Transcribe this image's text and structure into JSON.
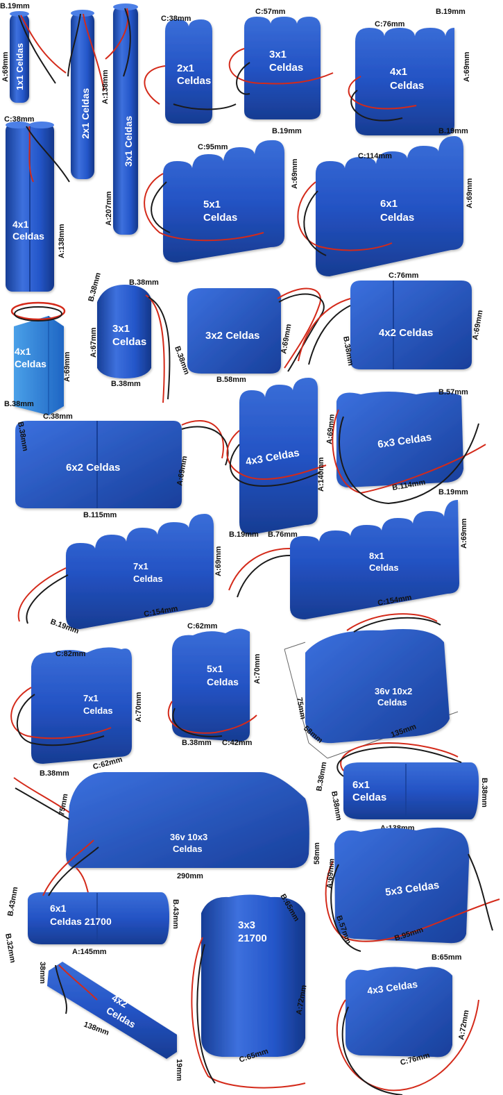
{
  "colors": {
    "cell": "#2456c9",
    "cell_dark": "#173e96",
    "cell_light": "#4c7fe6",
    "wire_red": "#d42a1a",
    "wire_black": "#1a1a1a",
    "dim_text": "#111111"
  },
  "packs": {
    "p1x1": {
      "label_a": "1x1",
      "label_b": "Celdas",
      "d1": "B.19mm",
      "d2": "A:69mm"
    },
    "p2x1v": {
      "label_a": "2x1 Celdas",
      "d1": "A:138mm"
    },
    "p3x1v": {
      "label_a": "3x1 Celdas",
      "d1": "A:207mm"
    },
    "p4x1v": {
      "label_a": "4x1",
      "label_b": "Celdas",
      "d1": "C:38mm",
      "d2": "A:138mm"
    },
    "p2x1h": {
      "label_a": "2x1",
      "label_b": "Celdas",
      "d1": "C:38mm"
    },
    "p3x1h": {
      "label_a": "3x1",
      "label_b": "Celdas",
      "d1": "C:57mm"
    },
    "p4x1h": {
      "label_a": "4x1",
      "label_b": "Celdas",
      "d1": "C:76mm",
      "d2": "B.19mm",
      "d3": "A:69mm",
      "d4": "B.19mm"
    },
    "p5x1h": {
      "label_a": "5x1",
      "label_b": "Celdas",
      "d1": "C:95mm",
      "d2": "B.19mm",
      "d3": "A:69mm"
    },
    "p6x1h": {
      "label_a": "6x1",
      "label_b": "Celdas",
      "d1": "C:114mm",
      "d2": "A:69mm"
    },
    "p4x1box": {
      "label_a": "4x1",
      "label_b": "Celdas",
      "d1": "A:69mm",
      "d2": "B.38mm",
      "d3": "C.38mm"
    },
    "p3x1tri": {
      "label_a": "3x1",
      "label_b": "Celdas",
      "d1": "B.38mm",
      "d2": "B.38mm",
      "d3": "A:67mm",
      "d4": "B.38mm",
      "d5": "B.38mm"
    },
    "p3x2": {
      "label_a": "3x2 Celdas",
      "d1": "A:69mm",
      "d2": "B.58mm"
    },
    "p4x2": {
      "label_a": "4x2 Celdas",
      "d1": "C:76mm",
      "d2": "B.38mm",
      "d3": "A:69mm"
    },
    "p6x2": {
      "label_a": "6x2 Celdas",
      "d1": "B.38mm",
      "d2": "A:69mm",
      "d3": "B.115mm"
    },
    "p4x3": {
      "label_a": "4x3 Celdas",
      "d1": "A:140mm",
      "d2": "B.19mm",
      "d3": "B.76mm"
    },
    "p6x3": {
      "label_a": "6x3 Celdas",
      "d1": "B.57mm",
      "d2": "A:69mm",
      "d3": "B.114mm"
    },
    "p7x1": {
      "label_a": "7x1",
      "label_b": "Celdas",
      "d1": "A:69mm",
      "d2": "B.19mm",
      "d3": "C:154mm"
    },
    "p8x1": {
      "label_a": "8x1",
      "label_b": "Celdas",
      "d1": "B.19mm",
      "d2": "A:69mm",
      "d3": "C:154mm"
    },
    "p7x1b": {
      "label_a": "7x1",
      "label_b": "Celdas",
      "d1": "C:82mm",
      "d2": "A:70mm",
      "d3": "B.38mm",
      "d4": "C:62mm"
    },
    "p5x1b": {
      "label_a": "5x1",
      "label_b": "Celdas",
      "d1": "C:62mm",
      "d2": "A:70mm",
      "d3": "B.38mm",
      "d4": "C:42mm"
    },
    "p10x2": {
      "label_a": "36v 10x2",
      "label_b": "Celdas",
      "d1": "75mm",
      "d2": "58mm",
      "d3": "135mm"
    },
    "p6x1r": {
      "label_a": "6x1",
      "label_b": "Celdas",
      "d1": "B.38mm",
      "d2": "B.38mm",
      "d3": "B.38mm",
      "d4": "A:138mm"
    },
    "p10x3": {
      "label_a": "36v 10x3",
      "label_b": "Celdas",
      "d1": "75mm",
      "d2": "58mm",
      "d3": "290mm"
    },
    "p5x3": {
      "label_a": "5x3 Celdas",
      "d1": "A:69mm",
      "d2": "B.57mm",
      "d3": "B.95mm"
    },
    "p6x1_21700": {
      "label_a": "6x1",
      "label_b": "Celdas 21700",
      "d1": "B.43mm",
      "d2": "B.43mm",
      "d3": "B.32mm",
      "d4": "A:145mm"
    },
    "p3x3": {
      "label_a": "3x3",
      "label_b": "21700",
      "d1": "B:65mm",
      "d2": "A:72mm",
      "d3": "C:65mm"
    },
    "p4x2d": {
      "label_a": "4x2",
      "label_b": "Celdas",
      "d1": "38mm",
      "d2": "138mm",
      "d3": "19mm"
    },
    "p4x3b": {
      "label_a": "4x3 Celdas",
      "d1": "B:65mm",
      "d2": "A:72mm",
      "d3": "C:76mm"
    }
  }
}
